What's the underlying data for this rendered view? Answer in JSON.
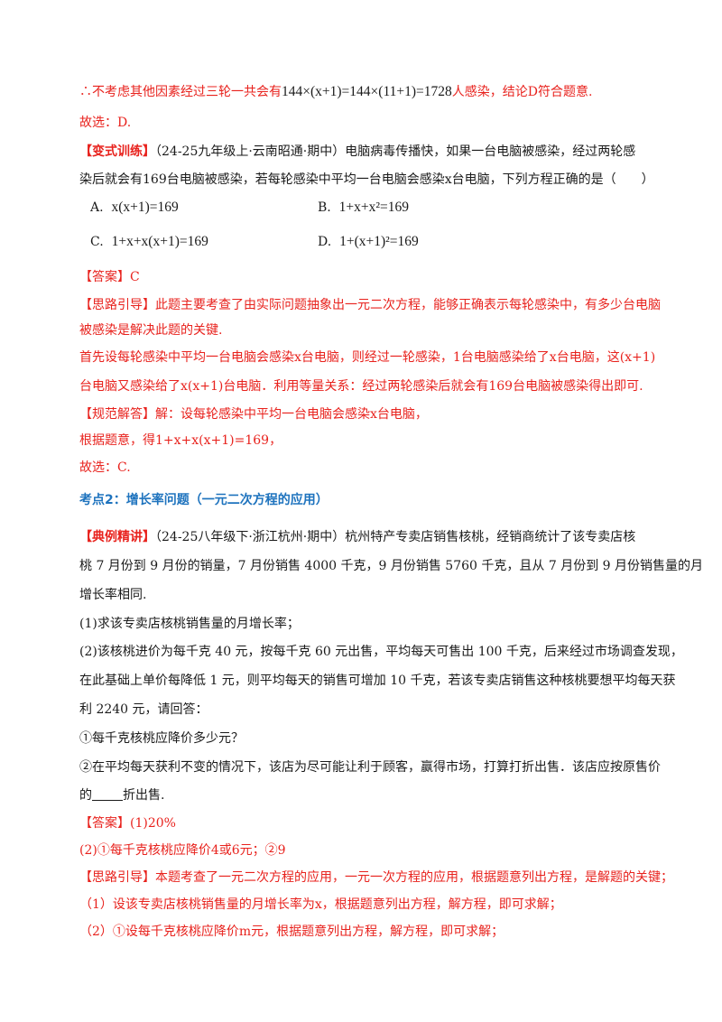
{
  "conclusion": {
    "therefore": "∴",
    "text_before": "不考虑其他因素经过三轮一共会有",
    "math": "144×(x+1)=144×(11+1)=1728",
    "text_after": "人感染，结论D符合题意."
  },
  "choice1": "故选：D.",
  "variant": {
    "tag": "【变式训练】",
    "source": "（24-25九年级上·云南昭通·期中）",
    "q_line1": "电脑病毒传播快，如果一台电脑被感染，经过两轮感",
    "q_line2": "染后就会有169台电脑被感染，若每轮感染中平均一台电脑会感染x台电脑，下列方程正确的是（　　）",
    "options": [
      {
        "label": "A.",
        "math": "x(x+1)=169"
      },
      {
        "label": "B.",
        "math": "1+x+x²=169"
      },
      {
        "label": "C.",
        "math": "1+x+x(x+1)=169"
      },
      {
        "label": "D.",
        "math": "1+(x+1)²=169"
      }
    ],
    "answer_tag": "【答案】",
    "answer": "C",
    "analysis_tag": "【思路引导】",
    "analysis_l1": "此题主要考查了由实际问题抽象出一元二次方程，能够正确表示每轮感染中，有多少台电脑",
    "analysis_l2": "被感染是解决此题的关键.",
    "analysis_l3": "首先设每轮感染中平均一台电脑会感染x台电脑，则经过一轮感染，1台电脑感染给了x台电脑，这(x+1)",
    "analysis_l4": "台电脑又感染给了x(x+1)台电脑．利用等量关系：经过两轮感染后就会有169台电脑被感染得出即可.",
    "solution_tag": "【规范解答】",
    "solution_l1": "解：设每轮感染中平均一台电脑会感染x台电脑，",
    "solution_l2": "根据题意，得1+x+x(x+1)=169，",
    "choice": "故选：C."
  },
  "section2": {
    "title": "考点2：增长率问题（一元二次方程的应用）"
  },
  "example": {
    "tag": "【典例精讲】",
    "source": "（24-25八年级下·浙江杭州·期中）",
    "l1": "杭州特产专卖店销售核桃，经销商统计了该专卖店核",
    "l2": "桃 7 月份到 9 月份的销量，7 月份销售 4000 千克，9 月份销售 5760 千克，且从 7 月份到 9 月份销售量的月",
    "l3": "增长率相同.",
    "q1": "(1)求该专卖店核桃销售量的月增长率；",
    "q2_l1": "(2)该核桃进价为每千克 40 元，按每千克 60 元出售，平均每天可售出 100 千克，后来经过市场调查发现，",
    "q2_l2": "在此基础上单价每降低 1 元，则平均每天的销售可增加 10 千克，若该专卖店销售这种核桃要想平均每天获",
    "q2_l3": "利 2240 元，请回答：",
    "sub1": "①每千克核桃应降价多少元？",
    "sub2_l1": "②在平均每天获利不变的情况下，该店为尽可能让利于顾客，赢得市场，打算打折出售．该店应按原售价",
    "sub2_l2a": "的",
    "sub2_l2b": "折出售.",
    "answer_tag": "【答案】",
    "answer1": "(1)20%",
    "answer2": "(2)①每千克核桃应降价4或6元；②9",
    "analysis_tag": "【思路引导】",
    "analysis_l1": "本题考查了一元二次方程的应用，一元一次方程的应用，根据题意列出方程，是解题的关键；",
    "analysis_l2": "（1）设该专卖店核桃销售量的月增长率为x，根据题意列出方程，解方程，即可求解；",
    "analysis_l3": "（2）①设每千克核桃应降价m元，根据题意列出方程，解方程，即可求解；"
  }
}
